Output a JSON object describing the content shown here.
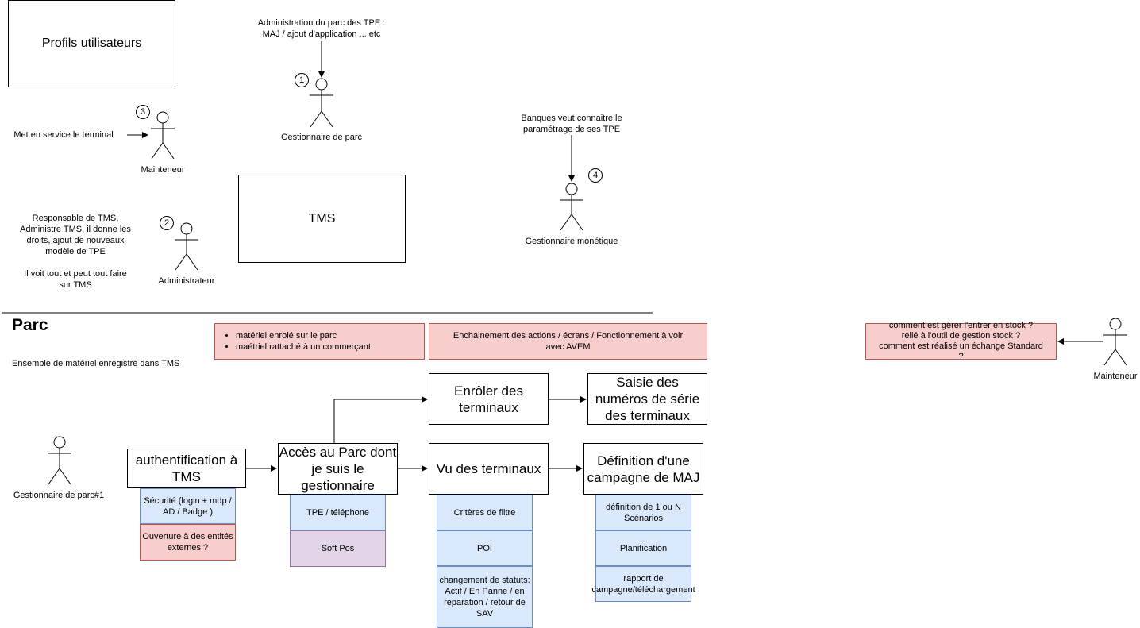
{
  "profils": {
    "title": "Profils utilisateurs"
  },
  "tms": {
    "title": "TMS"
  },
  "actors": {
    "gestionnaire_parc": {
      "number": "1",
      "label": "Gestionnaire de parc",
      "note_line1": "Administration du parc des TPE :",
      "note_line2": "MAJ / ajout d'application ... etc"
    },
    "administrateur": {
      "number": "2",
      "label": "Administrateur",
      "note_line1": "Responsable de TMS,",
      "note_line2": "Administre TMS, il donne les",
      "note_line3": "droits, ajout de nouveaux",
      "note_line4": "modèle de TPE",
      "note_line5": "Il voit tout et peut tout faire",
      "note_line6": "sur TMS"
    },
    "mainteneur": {
      "number": "3",
      "label": "Mainteneur",
      "note": "Met en service le terminal"
    },
    "gestionnaire_monetique": {
      "number": "4",
      "label": "Gestionnaire monétique",
      "note_line1": "Banques veut connaitre le",
      "note_line2": "paramétrage de ses TPE"
    },
    "mainteneur_right": {
      "label": "Mainteneur"
    },
    "gestionnaire_parc1": {
      "label": "Gestionnaire de parc#1"
    }
  },
  "parc": {
    "title": "Parc",
    "description": "Ensemble de matériel enregistré dans TMS",
    "note_items": [
      "matériel enrolé sur le parc",
      "maétriel rattaché à un commerçant"
    ],
    "note_actions_line1": "Enchainement des actions / écrans / Fonctionnement à voir",
    "note_actions_line2": "avec AVEM",
    "stock_line1": "comment est gérer l'entrer en stock ?",
    "stock_line2": "relié à l'outil de gestion stock ?",
    "stock_line3": "comment est réalisé un échange Standard",
    "stock_line4": "?"
  },
  "flow": {
    "auth": "authentification à TMS",
    "acces": "Accès au Parc dont je suis le gestionnaire",
    "vu": "Vu des terminaux",
    "campagne": "Définition d'une campagne de MAJ",
    "enroler": "Enrôler des terminaux",
    "saisie": "Saisie des numéros de série des terminaux"
  },
  "sub": {
    "securite": "Sécurité (login + mdp / AD / Badge )",
    "ouverture": "Ouverture à des entités externes ?",
    "tpe": "TPE / téléphone",
    "softpos": "Soft Pos",
    "criteres": "Critères de filtre",
    "poi": "POI",
    "changement": "changement de statuts: Actif / En Panne / en réparation / retour de SAV",
    "definition": "définition de 1 ou N Scénarios",
    "planification": "Planification",
    "rapport": "rapport de campagne/téléchargement"
  }
}
